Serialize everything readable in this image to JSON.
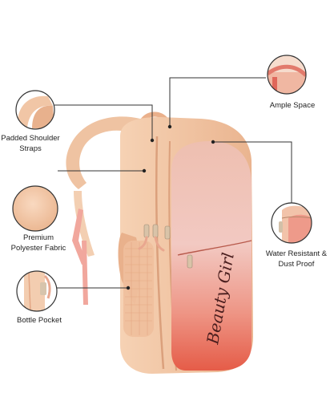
{
  "product": {
    "brand_script": "Beauty Girl",
    "colors": {
      "body": "#f3c7a5",
      "gradient_top": "#f0c2b6",
      "gradient_bottom": "#e8604e",
      "leader_line": "#333333"
    }
  },
  "features": {
    "ample_space": "Ample Space",
    "padded_straps": "Padded Shoulder\nStraps",
    "premium_fabric": "Premium\nPolyester Fabric",
    "water_resistant": "Water Resistant &\nDust Proof",
    "bottle_pocket": "Bottle Pocket"
  },
  "icons": {
    "ample": "compartment-closeup-icon",
    "straps": "strap-closeup-icon",
    "fabric": "fabric-swatch-icon",
    "water": "zipper-closeup-icon",
    "bottle": "bottle-pocket-closeup-icon"
  }
}
